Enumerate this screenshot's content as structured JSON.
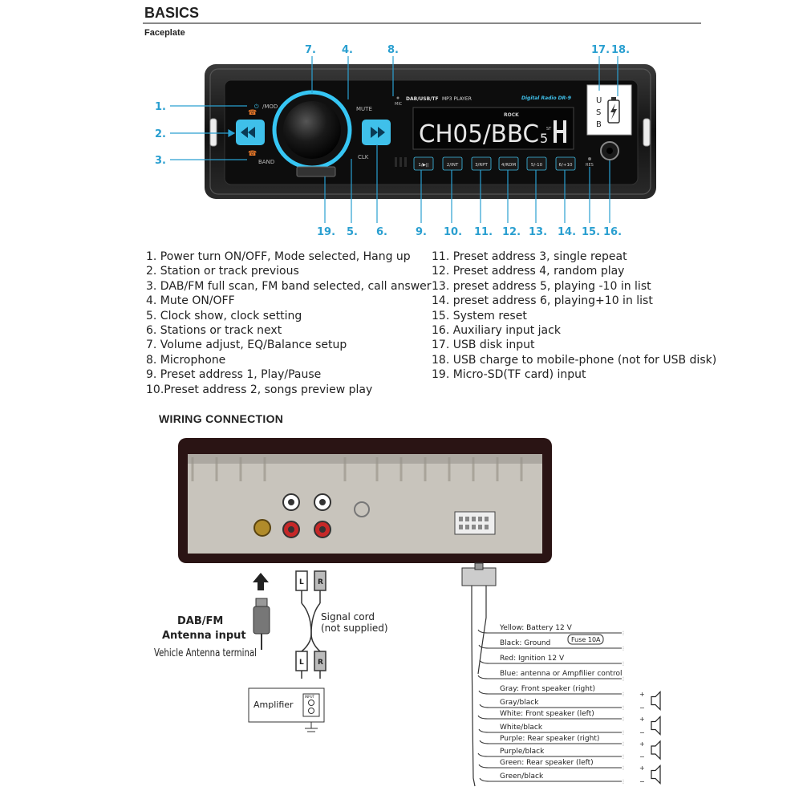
{
  "header": {
    "title": "BASICS",
    "subtitle": "Faceplate"
  },
  "faceplate": {
    "labels": {
      "mod": "/MOD",
      "band": "BAND",
      "mute": "MUTE",
      "clk": "CLK",
      "mic": "MIC",
      "source": "DAB/USB/TF",
      "player": "MP3  PLAYER",
      "model": "Digital Radio  DR-9",
      "genre": "ROCK",
      "display": "CH05/BBC",
      "display_tail": "5",
      "st": "ST",
      "res": "RES",
      "usb_letters": [
        "U",
        "S",
        "B"
      ]
    },
    "presets": [
      "1/▶||",
      "2/INT",
      "3/RPT",
      "4/RDM",
      "5/-10",
      "6/+10"
    ],
    "top_callouts": [
      "7.",
      "4.",
      "8.",
      "17.",
      "18."
    ],
    "left_callouts": [
      "1.",
      "2.",
      "3."
    ],
    "bottom_callouts": [
      "19.",
      "5.",
      "6.",
      "9.",
      "10.",
      "11.",
      "12.",
      "13.",
      "14.",
      "15.",
      "16."
    ]
  },
  "legend": {
    "left": [
      "1. Power turn ON/OFF, Mode selected, Hang up",
      "2. Station or track previous",
      "3. DAB/FM full scan, FM band selected, call answer",
      "4. Mute ON/OFF",
      "5. Clock show, clock setting",
      "6. Stations or track next",
      "7. Volume adjust, EQ/Balance setup",
      "8. Microphone",
      "9. Preset address 1, Play/Pause",
      "10.Preset address 2,  songs preview play"
    ],
    "right": [
      "11. Preset address 3, single repeat",
      "12. Preset address 4, random play",
      "13. preset address 5, playing -10 in list",
      "14. preset address 6, playing+10 in list",
      "15. System reset",
      "16. Auxiliary input jack",
      "17. USB disk input",
      "18. USB charge to mobile-phone (not for USB disk)",
      "19. Micro-SD(TF card) input"
    ]
  },
  "wiring": {
    "title": "WIRING CONNECTION",
    "antenna_title_1": "DAB/FM",
    "antenna_title_2": "Antenna input",
    "antenna_sub": "Vehicle Antenna terminal",
    "signal_1": "Signal cord",
    "signal_2": "(not supplied)",
    "rca_l": "L",
    "rca_r": "R",
    "amplifier": "Amplifier",
    "amp_tag": "INPUT",
    "fuse": "Fuse 10A",
    "wires": [
      "Yellow: Battery 12 V",
      "Black: Ground",
      "Red: Ignition 12 V",
      "Blue: antenna or Ampfilier control",
      "Gray: Front speaker (right)",
      "Gray/black",
      "White: Front speaker (left)",
      "White/black",
      "Purple: Rear speaker (right)",
      "Purple/black",
      "Green: Rear speaker (left)",
      "Green/black"
    ]
  },
  "colors": {
    "accent": "#2a9fd0",
    "button": "#3fc0ea",
    "display": "#e8e8e8"
  }
}
